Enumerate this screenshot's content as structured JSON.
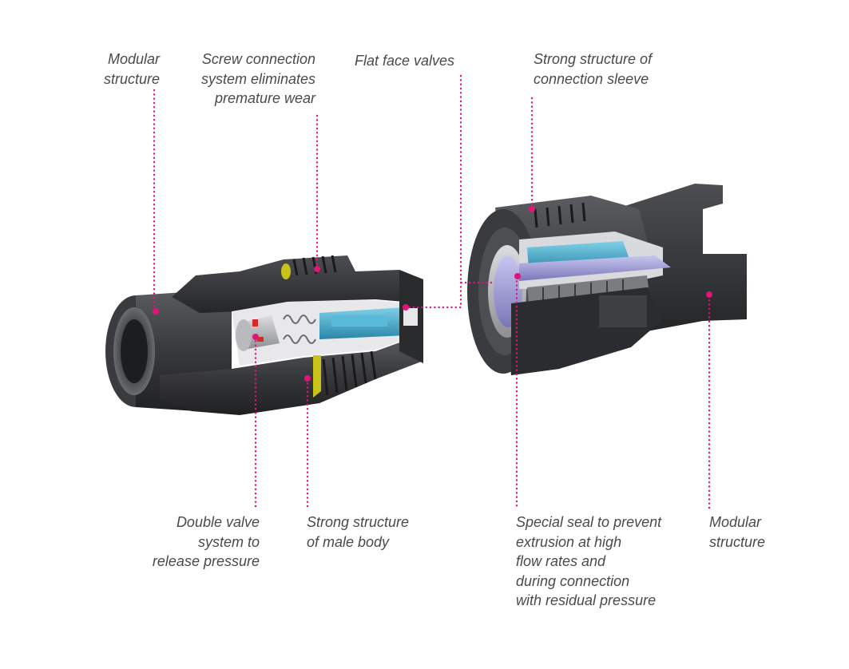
{
  "diagram": {
    "callouts": [
      {
        "id": "modular-left",
        "lines": [
          "Modular",
          "structure"
        ]
      },
      {
        "id": "screw-connection",
        "lines": [
          "Screw connection",
          "system eliminates",
          "premature wear"
        ]
      },
      {
        "id": "flat-face",
        "lines": [
          "Flat face valves"
        ]
      },
      {
        "id": "sleeve",
        "lines": [
          "Strong structure of",
          "connection sleeve"
        ]
      },
      {
        "id": "double-valve",
        "lines": [
          "Double valve",
          "system to",
          "release pressure"
        ]
      },
      {
        "id": "male-body",
        "lines": [
          "Strong structure",
          "of male body"
        ]
      },
      {
        "id": "special-seal",
        "lines": [
          "Special seal to prevent",
          "extrusion at high",
          "flow rates and",
          "during connection",
          "with residual pressure"
        ]
      },
      {
        "id": "modular-right",
        "lines": [
          "Modular",
          "structure"
        ]
      }
    ],
    "colors": {
      "leader": "#e0157a",
      "label_text": "#4a4a4a",
      "body_dark": "#3a3b3e",
      "body_mid": "#55575b",
      "internal_blue": "#3aa0c0",
      "internal_purple": "#8a86c8",
      "accent_yellow": "#c9c21a"
    }
  }
}
